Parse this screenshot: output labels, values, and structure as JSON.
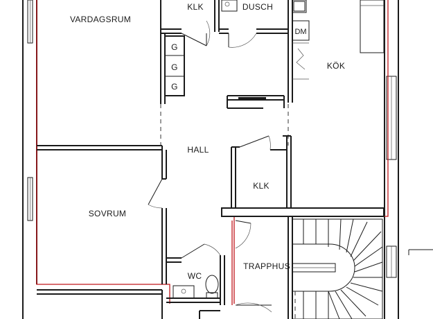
{
  "rooms": {
    "vardagsrum": "VARDAGSRUM",
    "klk_top": "KLK",
    "dusch": "DUSCH",
    "dm": "DM",
    "kok": "KÖK",
    "hall": "HALL",
    "klk_mid": "KLK",
    "sovrum": "SOVRUM",
    "wc": "WC",
    "trapphus": "TRAPPHUS"
  },
  "storage": [
    "G",
    "G",
    "G"
  ],
  "colors": {
    "wall": "#1a1a1a",
    "outline_red": "#c0161b",
    "background": "#ffffff"
  }
}
